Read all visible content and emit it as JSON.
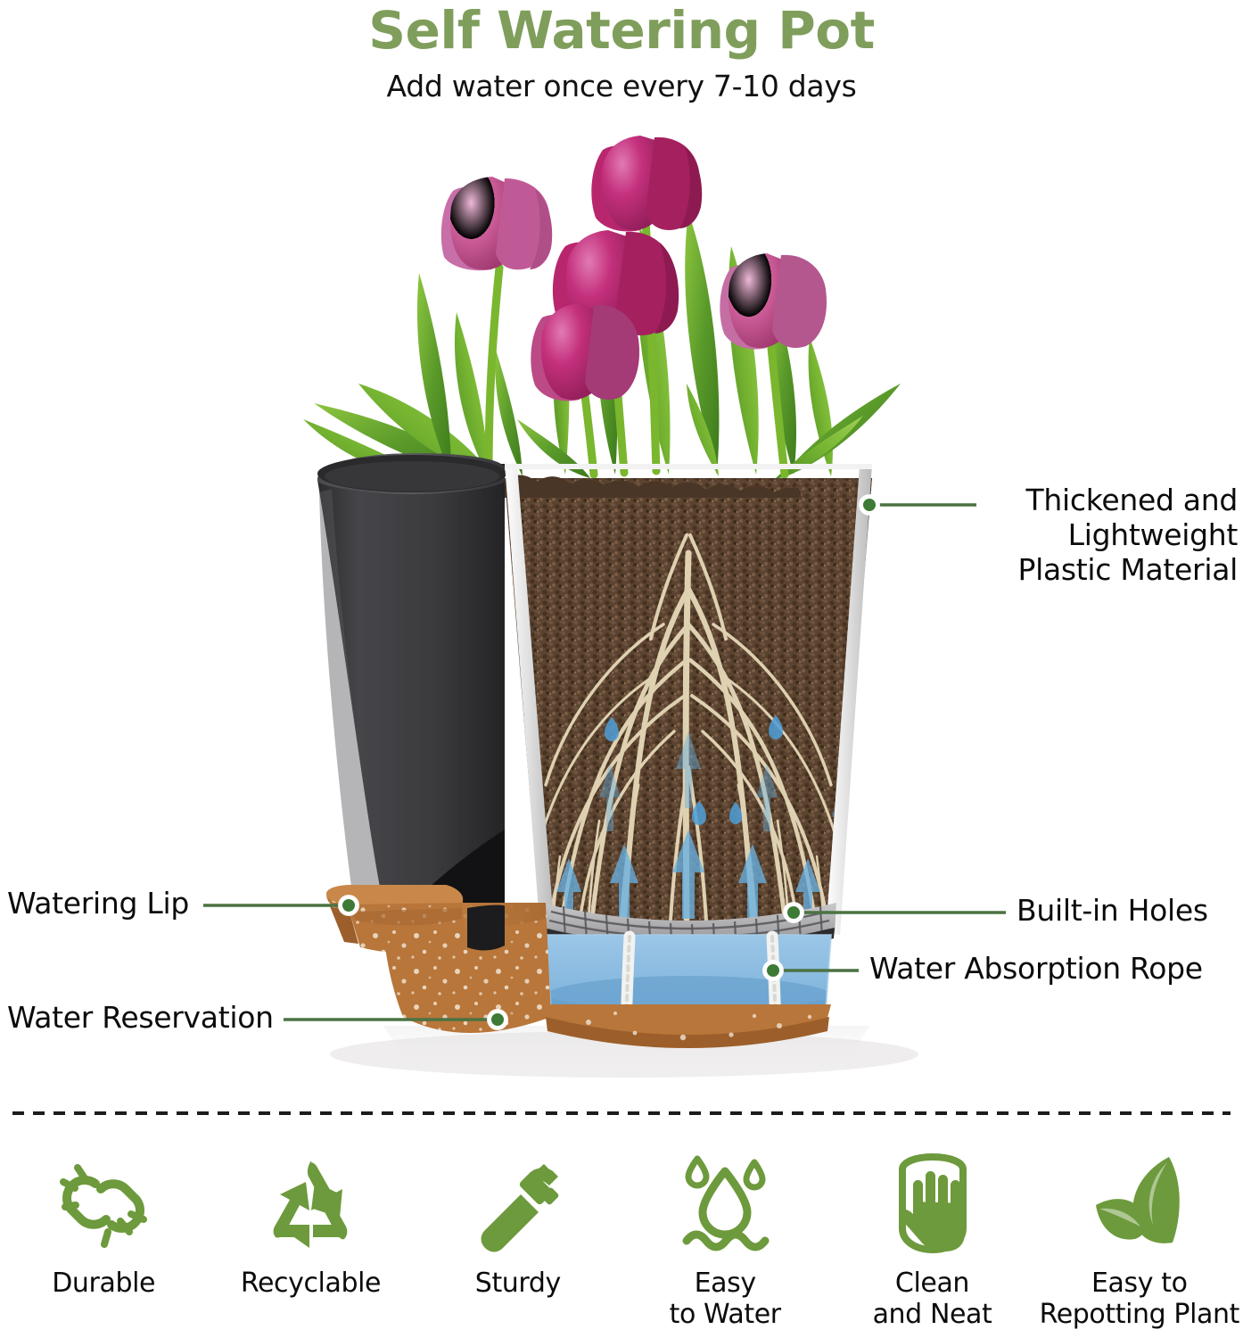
{
  "header": {
    "title": "Self Watering Pot",
    "subtitle": "Add water once every 7-10 days",
    "title_color": "#7f9e5b"
  },
  "colors": {
    "accent_green": "#7f9e5b",
    "callout_line": "#4c7242",
    "callout_dot": "#3c7a36",
    "pot_body": "#3a3a3c",
    "reservoir_base": "#b8763a",
    "water_blue": "#7cb2de",
    "soil_brown": "#5a4330",
    "flower_pink": "#c4307c",
    "leaf_green": "#5a9a2a",
    "divider": "#1c1c1c"
  },
  "callouts": [
    {
      "id": "thickened-lightweight-plastic-material",
      "text": "Thickened and\nLightweight\nPlastic Material",
      "side": "right"
    },
    {
      "id": "built-in-holes",
      "text": "Built-in Holes",
      "side": "right"
    },
    {
      "id": "water-absorption-rope",
      "text": "Water Absorption Rope",
      "side": "right"
    },
    {
      "id": "watering-lip",
      "text": "Watering Lip",
      "side": "left"
    },
    {
      "id": "water-reservation",
      "text": "Water Reservation",
      "side": "left"
    }
  ],
  "features": [
    {
      "id": "durable",
      "icon": "broken-chain-link-icon",
      "label": "Durable"
    },
    {
      "id": "recyclable",
      "icon": "recycle-icon",
      "label": "Recyclable"
    },
    {
      "id": "sturdy",
      "icon": "hammer-icon",
      "label": "Sturdy"
    },
    {
      "id": "easy-to-water",
      "icon": "water-drop-waves-icon",
      "label": "Easy\nto Water"
    },
    {
      "id": "clean-and-neat",
      "icon": "wiping-hand-icon",
      "label": "Clean\nand Neat"
    },
    {
      "id": "easy-to-repotting-plant",
      "icon": "two-leaves-icon",
      "label": "Easy to\nRepotting Plant"
    }
  ],
  "product": {
    "name": "self-watering-pot-cutaway",
    "plant": "pink tulips",
    "flower_count": 5
  }
}
